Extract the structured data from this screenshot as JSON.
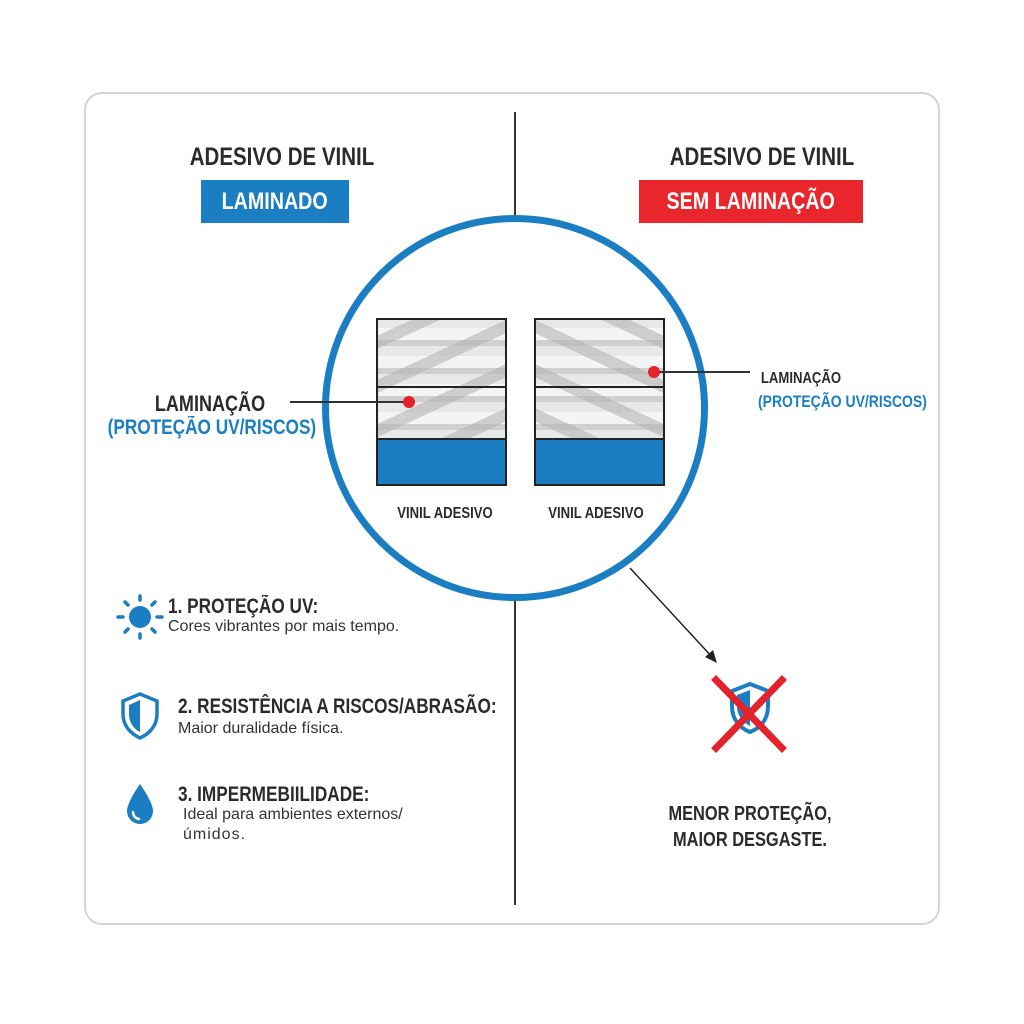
{
  "left": {
    "title": "ADESIVO DE VINIL",
    "badge": "LAMINADO",
    "badge_color": "#1b7ec3",
    "callout_label": "LAMINAÇÃO",
    "callout_sub": "(PROTEÇÃO UV/RISCOS)",
    "sample_label": "VINIL ADESIVO"
  },
  "right": {
    "title": "ADESIVO DE VINIL",
    "badge": "SEM LAMINAÇÃO",
    "badge_color": "#e8262b",
    "callout_label": "LAMINAÇÃO",
    "callout_sub": "(PROTEÇÃO UV/RISCOS)",
    "sample_label": "VINIL ADESIVO",
    "result_line1": "MENOR PROTEÇÃO,",
    "result_line2": "MAIOR DESGASTE."
  },
  "features": [
    {
      "icon": "sun-icon",
      "title": "1. PROTEÇÃO UV:",
      "desc": "Cores vibrantes por mais tempo."
    },
    {
      "icon": "shield-icon",
      "title": "2. RESISTÊNCIA A RISCOS/ABRASÃO:",
      "desc": "Maior duralidade física."
    },
    {
      "icon": "water-drop-icon",
      "title": "3. IMPERMEBIILIDADE:",
      "desc": "Ideal para ambientes externos/",
      "desc2": "úmidos."
    }
  ],
  "colors": {
    "accent": "#1b7ec3",
    "danger": "#e3222b"
  }
}
